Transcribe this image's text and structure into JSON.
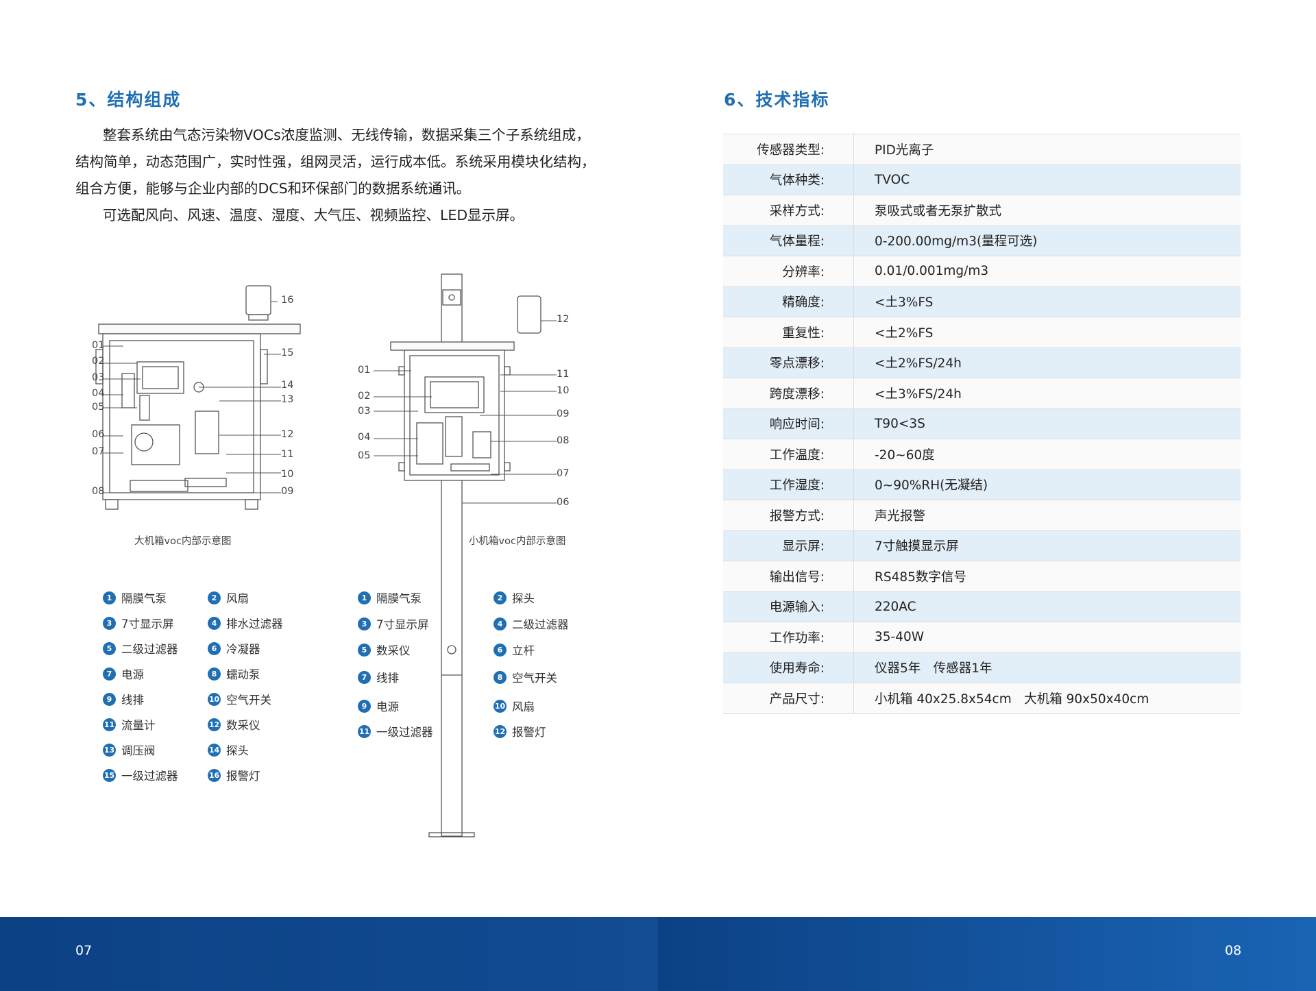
{
  "left": {
    "title": "5、结构组成",
    "intro": [
      "整套系统由气态污染物VOCs浓度监测、无线传输，数据采集三个子系统组成，结构简单，动态范围广，实时性强，组网灵活，运行成本低。系统采用模块化结构，组合方便，能够与企业内部的DCS和环保部门的数据系统通讯。",
      "可选配风向、风速、温度、湿度、大气压、视频监控、LED显示屏。"
    ],
    "big_box": {
      "caption": "大机箱voc内部示意图",
      "callouts_left": [
        "01",
        "02",
        "03",
        "04",
        "05",
        "06",
        "07",
        "08"
      ],
      "callouts_right": [
        "16",
        "15",
        "14",
        "13",
        "12",
        "11",
        "10",
        "09"
      ],
      "legend": [
        {
          "n": "1",
          "label": "隔膜气泵"
        },
        {
          "n": "2",
          "label": "风扇"
        },
        {
          "n": "3",
          "label": "7寸显示屏"
        },
        {
          "n": "4",
          "label": "排水过滤器"
        },
        {
          "n": "5",
          "label": "二级过滤器"
        },
        {
          "n": "6",
          "label": "冷凝器"
        },
        {
          "n": "7",
          "label": "电源"
        },
        {
          "n": "8",
          "label": "蠕动泵"
        },
        {
          "n": "9",
          "label": "线排"
        },
        {
          "n": "10",
          "label": "空气开关"
        },
        {
          "n": "11",
          "label": "流量计"
        },
        {
          "n": "12",
          "label": "数采仪"
        },
        {
          "n": "13",
          "label": "调压阀"
        },
        {
          "n": "14",
          "label": "探头"
        },
        {
          "n": "15",
          "label": "一级过滤器"
        },
        {
          "n": "16",
          "label": "报警灯"
        }
      ]
    },
    "small_box": {
      "caption": "小机箱voc内部示意图",
      "callouts_left": [
        "01",
        "02",
        "03",
        "04",
        "05"
      ],
      "callouts_right": [
        "12",
        "11",
        "10",
        "09",
        "08",
        "07",
        "06"
      ],
      "legend": [
        {
          "n": "1",
          "label": "隔膜气泵"
        },
        {
          "n": "2",
          "label": "探头"
        },
        {
          "n": "3",
          "label": "7寸显示屏"
        },
        {
          "n": "4",
          "label": "二级过滤器"
        },
        {
          "n": "5",
          "label": "数采仪"
        },
        {
          "n": "6",
          "label": "立杆"
        },
        {
          "n": "7",
          "label": "线排"
        },
        {
          "n": "8",
          "label": "空气开关"
        },
        {
          "n": "9",
          "label": "电源"
        },
        {
          "n": "10",
          "label": "风扇"
        },
        {
          "n": "11",
          "label": "一级过滤器"
        },
        {
          "n": "12",
          "label": "报警灯"
        }
      ]
    },
    "page_number": "07"
  },
  "right": {
    "title": "6、技术指标",
    "specs": [
      {
        "k": "传感器类型:",
        "v": "PID光离子"
      },
      {
        "k": "气体种类:",
        "v": "TVOC"
      },
      {
        "k": "采样方式:",
        "v": "泵吸式或者无泵扩散式"
      },
      {
        "k": "气体量程:",
        "v": "0-200.00mg/m3(量程可选)"
      },
      {
        "k": "分辨率:",
        "v": "0.01/0.001mg/m3"
      },
      {
        "k": "精确度:",
        "v": "<土3%FS"
      },
      {
        "k": "重复性:",
        "v": "<土2%FS"
      },
      {
        "k": "零点漂移:",
        "v": "<土2%FS/24h"
      },
      {
        "k": "跨度漂移:",
        "v": "<土3%FS/24h"
      },
      {
        "k": "响应时间:",
        "v": "T90<3S"
      },
      {
        "k": "工作温度:",
        "v": "-20~60度"
      },
      {
        "k": "工作湿度:",
        "v": "0~90%RH(无凝结)"
      },
      {
        "k": "报警方式:",
        "v": "声光报警"
      },
      {
        "k": "显示屏:",
        "v": "7寸触摸显示屏"
      },
      {
        "k": "输出信号:",
        "v": "RS485数字信号"
      },
      {
        "k": "电源输入:",
        "v": "220AC"
      },
      {
        "k": "工作功率:",
        "v": "35-40W"
      },
      {
        "k": "使用寿命:",
        "v": "仪器5年　传感器1年"
      },
      {
        "k": "产品尺寸:",
        "v": "小机箱 40x25.8x54cm　大机箱 90x50x40cm"
      }
    ],
    "page_number": "08"
  },
  "colors": {
    "accent": "#1f6fb2",
    "footer": "#0c4184",
    "row_alt": "#e2eef8"
  }
}
